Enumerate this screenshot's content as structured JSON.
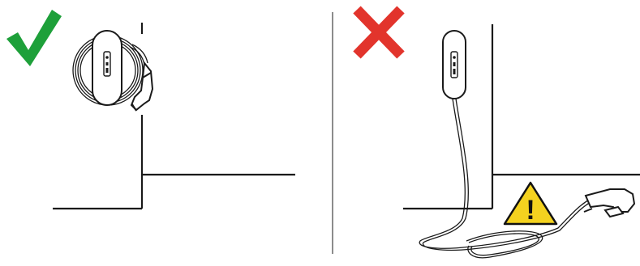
{
  "colors": {
    "correct": "#1ea03a",
    "incorrect": "#e2342c",
    "warning_fill": "#f4d21f",
    "warning_stroke": "#111111",
    "line": "#1a1a1a",
    "device_body": "#ffffff"
  },
  "panels": [
    {
      "id": "correct",
      "verdict_icon": "checkmark-icon",
      "illustration": "charger-mounted-with-cable-coiled-around-unit"
    },
    {
      "id": "incorrect",
      "verdict_icon": "cross-icon",
      "illustration": "charger-with-cable-lying-on-floor",
      "hazard_icon": "warning-triangle-icon",
      "hazard_glyph": "!"
    }
  ]
}
